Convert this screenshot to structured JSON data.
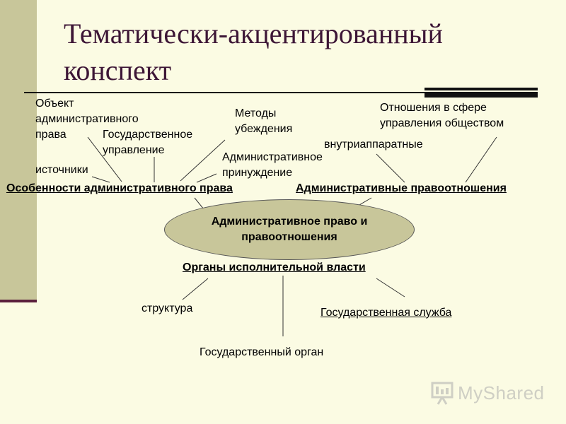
{
  "slide": {
    "title": "Тематически-акцентированный конспект"
  },
  "diagram": {
    "center": "Административное право и правоотношения",
    "left_branch": {
      "header": "Особенности административного права",
      "items": {
        "object": "Объект административного права",
        "sources": "источники",
        "state_management": "Государственное управление",
        "persuasion": "Методы убеждения",
        "coercion": "Административное принуждение"
      }
    },
    "right_branch": {
      "header": "Административные правоотношения",
      "items": {
        "internal": "внутриаппаратные",
        "relations": "Отношения в сфере управления обществом"
      }
    },
    "bottom_branch": {
      "header": "Органы исполнительной власти",
      "items": {
        "structure": "структура",
        "state_service": "Государственная служба",
        "state_body": "Государственный орган"
      }
    }
  },
  "logo": {
    "text": "MyShared"
  },
  "colors": {
    "background": "#fbfbe3",
    "accent": "#c8c69a",
    "title": "#3d1636"
  }
}
